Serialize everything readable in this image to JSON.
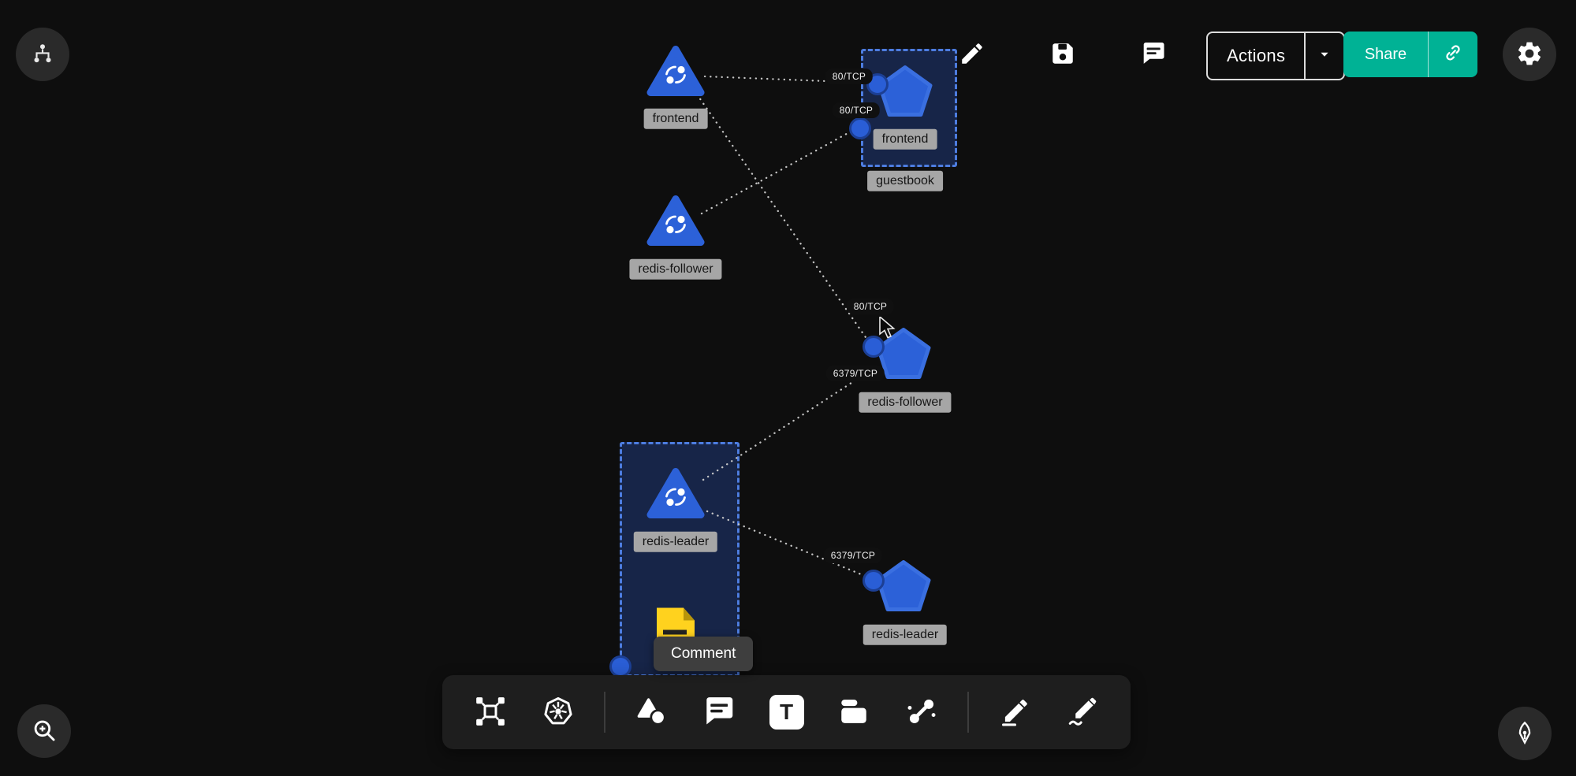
{
  "colors": {
    "background": "#0e0e0e",
    "node_blue": "#2c61d8",
    "selection_blue": "#4d7de0",
    "accent_teal": "#00b295",
    "label_gray": "#a6a6a6",
    "toolbar_bg": "#1e1e1e",
    "comment_yellow": "#ffd21e"
  },
  "topbar": {
    "actions_button": "Actions",
    "share_button": "Share",
    "icons": [
      "hierarchy",
      "edit-pencil",
      "save",
      "comment",
      "actions-caret",
      "share-link",
      "settings-gear"
    ]
  },
  "canvas": {
    "nodes": {
      "frontend_deployment": {
        "label": "frontend",
        "type": "deployment-triangle"
      },
      "redis_follower_deployment": {
        "label": "redis-follower",
        "type": "deployment-triangle"
      },
      "redis_leader_deployment": {
        "label": "redis-leader",
        "type": "deployment-triangle"
      },
      "frontend_service": {
        "label": "frontend",
        "type": "service-pentagon"
      },
      "redis_follower_service": {
        "label": "redis-follower",
        "type": "service-pentagon"
      },
      "redis_leader_service": {
        "label": "redis-leader",
        "type": "service-pentagon"
      },
      "comment_note": {
        "type": "yellow-note"
      }
    },
    "groups": {
      "guestbook": {
        "label": "guestbook"
      },
      "redis_leader_selection": {
        "label": ""
      }
    },
    "ports": [
      {
        "text": "80/TCP"
      },
      {
        "text": "80/TCP"
      },
      {
        "text": "80/TCP"
      },
      {
        "text": "6379/TCP"
      },
      {
        "text": "6379/TCP"
      }
    ],
    "edges": [
      {
        "from": "frontend_deployment",
        "to": "frontend_service",
        "label": "80/TCP"
      },
      {
        "from": "redis_follower_deployment",
        "to": "frontend_service",
        "label": "80/TCP"
      },
      {
        "from": "frontend_deployment",
        "to": "redis_follower_service",
        "label": "80/TCP"
      },
      {
        "from": "redis_leader_deployment",
        "to": "redis_follower_service",
        "label": "6379/TCP"
      },
      {
        "from": "redis_leader_deployment",
        "to": "redis_leader_service",
        "label": "6379/TCP"
      }
    ]
  },
  "tooltip": {
    "text": "Comment"
  },
  "toolbar": {
    "text_tool_glyph": "T",
    "tools": [
      "architecture",
      "kubernetes",
      "shapes",
      "comment",
      "text",
      "card",
      "connection",
      "pen",
      "draw"
    ],
    "corner_tools": [
      "zoom-in",
      "pen-nib"
    ]
  }
}
